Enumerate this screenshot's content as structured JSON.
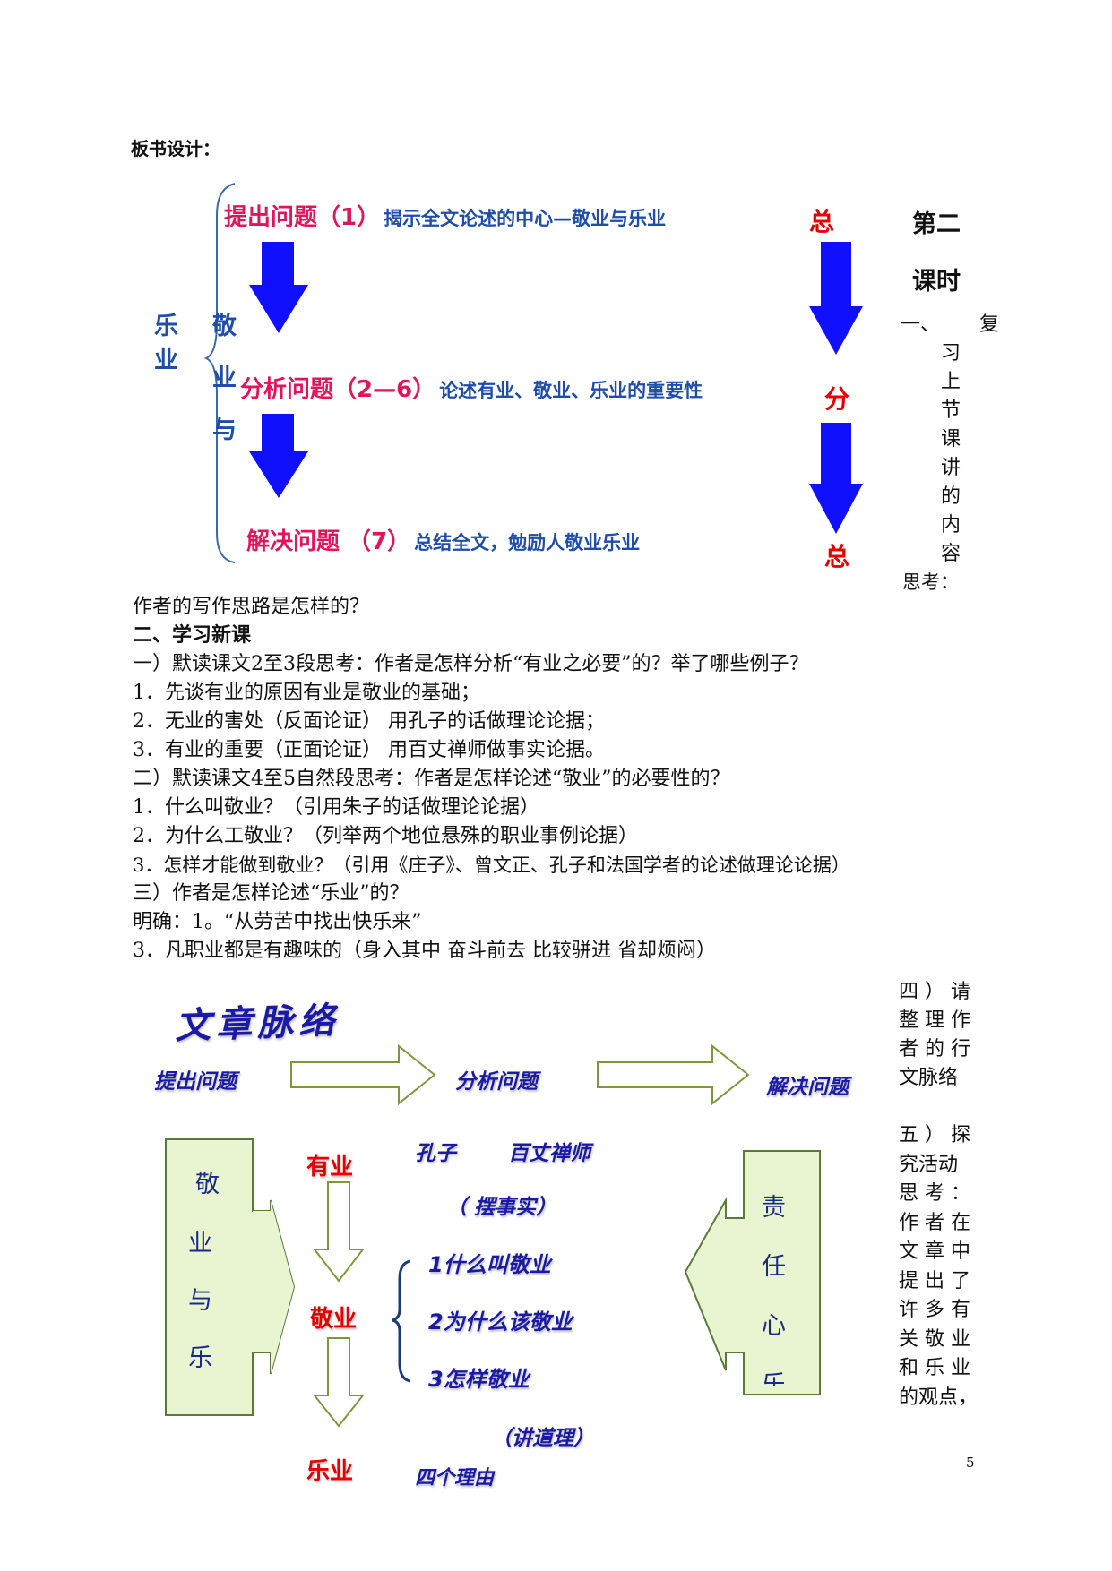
{
  "title": "板书设计：",
  "board": {
    "vertical_left_a": [
      "乐",
      "业"
    ],
    "vertical_left_b": [
      "敬",
      "业",
      "与"
    ],
    "row1_head": "提出问题（1）",
    "row1_desc": "揭示全文论述的中心—敬业与乐业",
    "row2_head": "分析问题（2—6）",
    "row2_desc": "论述有业、敬业、乐业的重要性",
    "row3_head": "解决问题 （7）",
    "row3_desc": "总结全文，勉励人敬业乐业",
    "right_labels": [
      "总",
      "分",
      "总"
    ]
  },
  "side": {
    "lesson": [
      "第二",
      "课时"
    ],
    "review_num": "一、",
    "review_first": "复",
    "review_chars": [
      "习",
      "上",
      "节",
      "课",
      "讲",
      "的",
      "内",
      "容"
    ],
    "think": "思考："
  },
  "lines": [
    "作者的写作思路是怎样的？",
    "二、学习新课",
    "一）默读课文2至3段思考：作者是怎样分析“有业之必要”的？举了哪些例子？",
    "1．先谈有业的原因有业是敬业的基础；",
    "2．无业的害处（反面论证） 用孔子的话做理论论据；",
    "3．有业的重要（正面论证） 用百丈禅师做事实论据。",
    "二）默读课文4至5自然段思考：作者是怎样论述“敬业”的必要性的？",
    "1．什么叫敬业？（引用朱子的话做理论论据）",
    "2．为什么工敬业？（列举两个地位悬殊的职业事例论据）",
    "3．怎样才能做到敬业？（引用《庄子》、曾文正、孔子和法国学者的论述做理论论据）",
    "三）作者是怎样论述“乐业”的？",
    "明确：1。“从劳苦中找出快乐来”",
    "3．凡职业都是有趣味的（身入其中 奋斗前去 比较骈进 省却烦闷）"
  ],
  "diagram": {
    "title": "文章脉络",
    "flow": [
      "提出问题",
      "分析问题",
      "解决问题"
    ],
    "left_box": [
      "敬",
      "业",
      "与",
      "乐"
    ],
    "right_box": [
      "责",
      "任",
      "心",
      "乐"
    ],
    "mid_labels": [
      "有业",
      "敬业",
      "乐业"
    ],
    "examples_top": [
      "孔子",
      "百丈禅师"
    ],
    "fact": "（ 摆事实）",
    "reasons": [
      "1什么叫敬业",
      "2为什么该敬业",
      "3怎样敬业"
    ],
    "reason_note": "（讲道理）",
    "four": "四个理由"
  },
  "right_col": {
    "four_lines": [
      "四 ） 请",
      "整 理 作",
      "者 的 行",
      "文脉络"
    ],
    "five_lines": [
      "五 ） 探",
      "究活动",
      "思 考 ：",
      "作 者 在",
      "文 章 中",
      "提 出 了",
      "许 多 有",
      "关 敬 业",
      "和 乐 业",
      "的观点，"
    ]
  },
  "page_number": "5"
}
